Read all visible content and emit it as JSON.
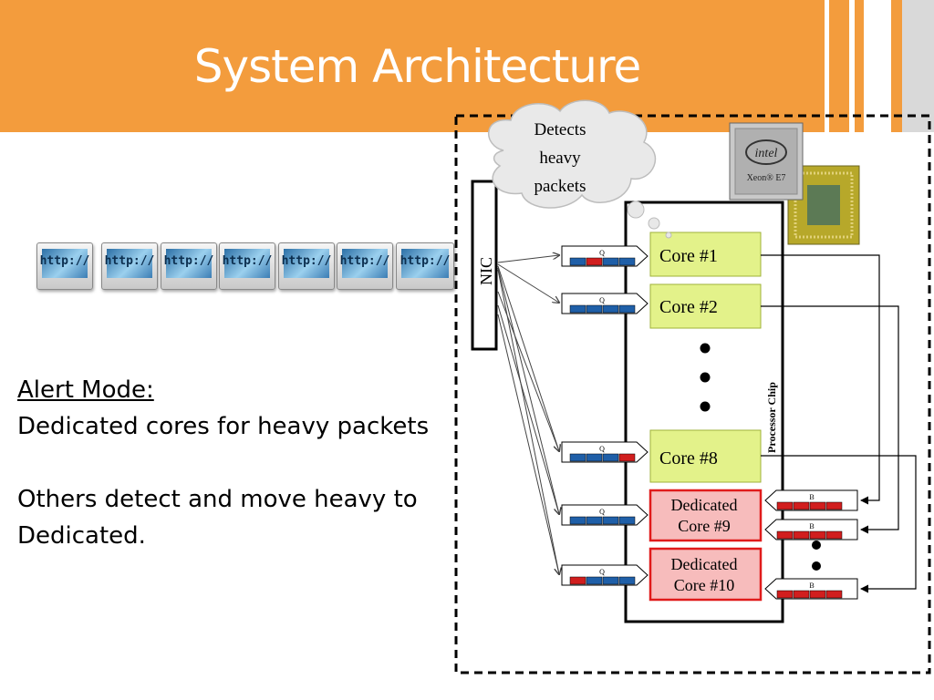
{
  "title": "System Architecture",
  "left_text": {
    "heading": "Alert Mode:",
    "line1": "Dedicated cores for heavy packets",
    "line2": "Others detect and move heavy to",
    "line3": "Dedicated."
  },
  "http_tiles": [
    "http://",
    "http://",
    "http://",
    "http://",
    "http://",
    "http://",
    "http://"
  ],
  "cloud": {
    "line1": "Detects",
    "line2": "heavy",
    "line3": "packets"
  },
  "nic_label": "NIC",
  "chip_label": "Processor Chip",
  "cpu_brand": "intel",
  "cpu_model": "Xeon® E7",
  "queue_label": "Q",
  "buffer_label": "B",
  "cores": {
    "c1": "Core #1",
    "c2": "Core #2",
    "c8": "Core #8",
    "d9_line1": "Dedicated",
    "d9_line2": "Core #9",
    "d10_line1": "Dedicated",
    "d10_line2": "Core #10"
  },
  "colors": {
    "header": "#f39c3d",
    "core_fill": "#e3f28a",
    "dedicated_fill": "#f7bcbc",
    "dedicated_border": "#e01b1b",
    "packet_blue": "#1f5fa8",
    "packet_red": "#d11e1e"
  }
}
